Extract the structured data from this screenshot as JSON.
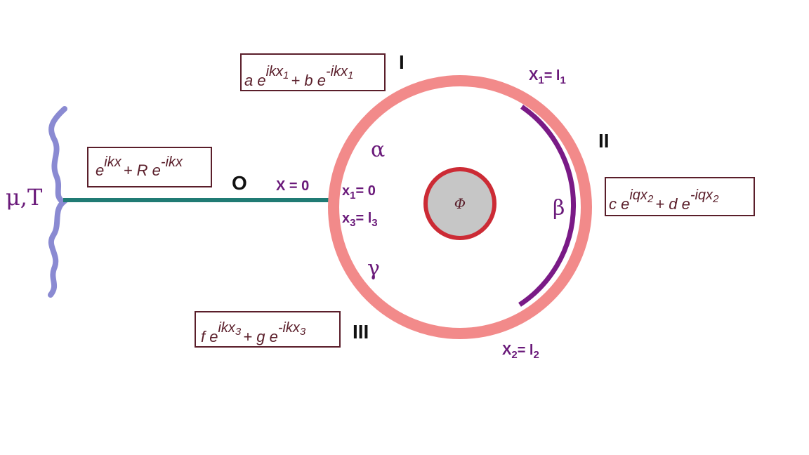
{
  "labels": {
    "mu_t": "μ,T",
    "origin": "O",
    "x_zero": "X = 0",
    "region_one": "I",
    "region_two": "II",
    "region_three": "III",
    "alpha": "α",
    "beta": "β",
    "gamma": "γ",
    "flux": "Φ"
  },
  "coords": {
    "x1_zero": {
      "var": "x",
      "sub": "1",
      "rhs": "= 0"
    },
    "x3_l3": {
      "var": "x",
      "sub": "3",
      "rhs": "= l",
      "rhs_sub": "3"
    },
    "x1_l1": {
      "var": "X",
      "sub": "1",
      "rhs": "= l",
      "rhs_sub": "1"
    },
    "x2_l2": {
      "var": "X",
      "sub": "2",
      "rhs": "= l",
      "rhs_sub": "2"
    }
  },
  "formulas": {
    "lead": {
      "base1": "e",
      "exp1": "ikx",
      "mid": "+ R e",
      "exp2": "-ikx"
    },
    "arm_one": {
      "c1": "a e",
      "exp1": "ikx",
      "exp1_sub": "1",
      "mid": "+ b e",
      "exp2": "-ikx",
      "exp2_sub": "1"
    },
    "arm_two": {
      "c1": "c e",
      "exp1": "iqx",
      "exp1_sub": "2",
      "mid": "+ d e",
      "exp2": "-iqx",
      "exp2_sub": "2"
    },
    "arm_three": {
      "c1": "f e",
      "exp1": "ikx",
      "exp1_sub": "3",
      "mid": "+ g e",
      "exp2": "-ikx",
      "exp2_sub": "3"
    }
  },
  "colors": {
    "ring": "#f28a8a",
    "arc_beta": "#7a1a86",
    "lead": "#207b74",
    "reservoir": "#8a8ad2",
    "core_fill": "#c6c6c6",
    "core_ring": "#cc2b35",
    "box_border": "#5a1e2a",
    "label_purple": "#6a1a7a"
  }
}
